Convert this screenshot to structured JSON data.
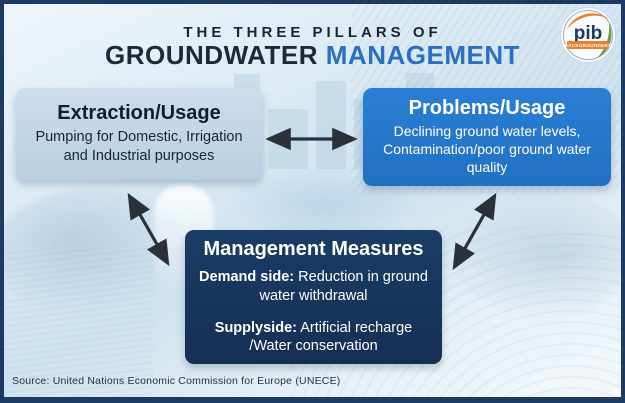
{
  "header": {
    "kicker": "THE THREE PILLARS OF",
    "title_dark": "GROUNDWATER",
    "title_accent": "MANAGEMENT",
    "logo": {
      "acronym": "pib",
      "banner": "BACKGROUNDERS"
    }
  },
  "boxes": {
    "extraction": {
      "title": "Extraction/Usage",
      "body": "Pumping for Domestic, Irrigation and Industrial purposes"
    },
    "problems": {
      "title": "Problems/Usage",
      "body": "Declining ground water levels, Contamination/poor ground water quality"
    },
    "management": {
      "title": "Management Measures",
      "demand_label": "Demand side:",
      "demand_text": " Reduction in ground water withdrawal",
      "supply_label": "Supplyside:",
      "supply_text": " Artificial recharge /Water conservation"
    }
  },
  "footer": {
    "source": "Source: United Nations Economic Commission for Europe (UNECE)"
  },
  "colors": {
    "frame_border": "#1c3a64",
    "title_accent": "#2b6fc2",
    "extraction_box": "#c2d5e7",
    "problems_box": "#2577cb",
    "management_box": "#17365f",
    "arrow": "#2c3139",
    "logo_orange": "#e8802f",
    "logo_green": "#6a9e3f"
  }
}
